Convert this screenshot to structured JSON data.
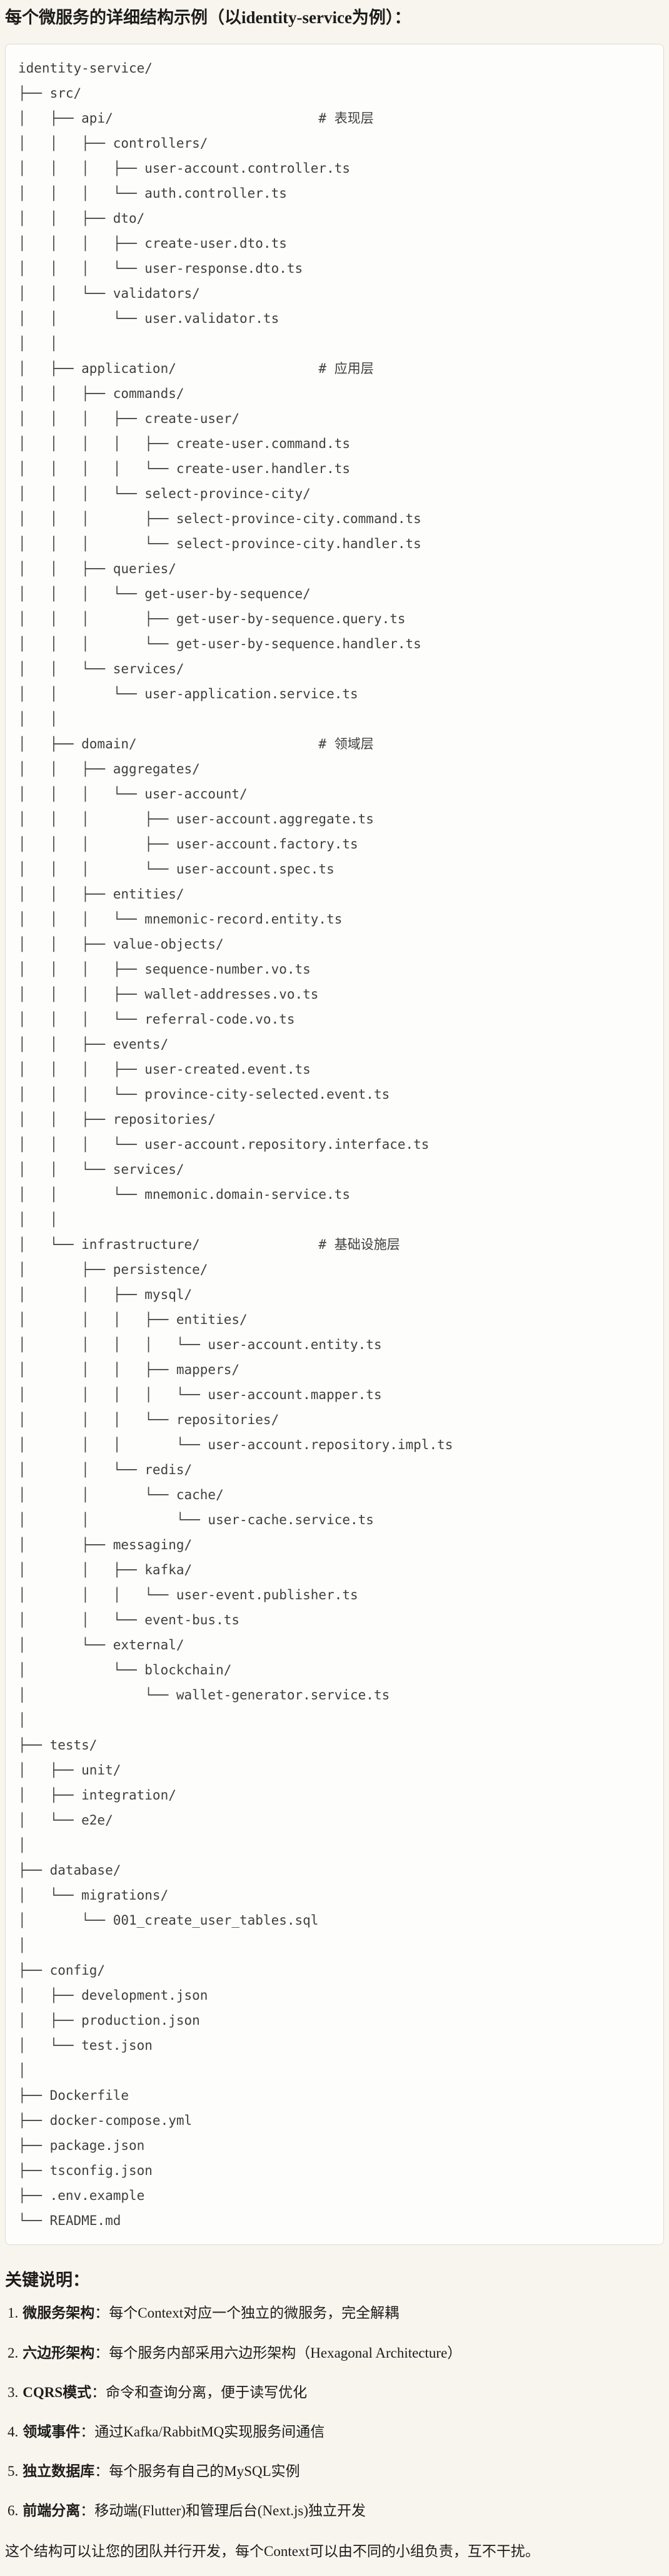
{
  "page": {
    "title": "每个微服务的详细结构示例（以identity-service为例）："
  },
  "colors": {
    "page_bg": "#f7f5ee",
    "code_bg": "#fdfdfb",
    "code_border": "#dfdcd4",
    "code_text": "#3f3f3d",
    "body_text": "#1d1c1a"
  },
  "code_block": {
    "lines": [
      "identity-service/",
      "├── src/",
      "│   ├── api/                          # 表现层",
      "│   │   ├── controllers/",
      "│   │   │   ├── user-account.controller.ts",
      "│   │   │   └── auth.controller.ts",
      "│   │   ├── dto/",
      "│   │   │   ├── create-user.dto.ts",
      "│   │   │   └── user-response.dto.ts",
      "│   │   └── validators/",
      "│   │       └── user.validator.ts",
      "│   │",
      "│   ├── application/                  # 应用层",
      "│   │   ├── commands/",
      "│   │   │   ├── create-user/",
      "│   │   │   │   ├── create-user.command.ts",
      "│   │   │   │   └── create-user.handler.ts",
      "│   │   │   └── select-province-city/",
      "│   │   │       ├── select-province-city.command.ts",
      "│   │   │       └── select-province-city.handler.ts",
      "│   │   ├── queries/",
      "│   │   │   └── get-user-by-sequence/",
      "│   │   │       ├── get-user-by-sequence.query.ts",
      "│   │   │       └── get-user-by-sequence.handler.ts",
      "│   │   └── services/",
      "│   │       └── user-application.service.ts",
      "│   │",
      "│   ├── domain/                       # 领域层",
      "│   │   ├── aggregates/",
      "│   │   │   └── user-account/",
      "│   │   │       ├── user-account.aggregate.ts",
      "│   │   │       ├── user-account.factory.ts",
      "│   │   │       └── user-account.spec.ts",
      "│   │   ├── entities/",
      "│   │   │   └── mnemonic-record.entity.ts",
      "│   │   ├── value-objects/",
      "│   │   │   ├── sequence-number.vo.ts",
      "│   │   │   ├── wallet-addresses.vo.ts",
      "│   │   │   └── referral-code.vo.ts",
      "│   │   ├── events/",
      "│   │   │   ├── user-created.event.ts",
      "│   │   │   └── province-city-selected.event.ts",
      "│   │   ├── repositories/",
      "│   │   │   └── user-account.repository.interface.ts",
      "│   │   └── services/",
      "│   │       └── mnemonic.domain-service.ts",
      "│   │",
      "│   └── infrastructure/               # 基础设施层",
      "│       ├── persistence/",
      "│       │   ├── mysql/",
      "│       │   │   ├── entities/",
      "│       │   │   │   └── user-account.entity.ts",
      "│       │   │   ├── mappers/",
      "│       │   │   │   └── user-account.mapper.ts",
      "│       │   │   └── repositories/",
      "│       │   │       └── user-account.repository.impl.ts",
      "│       │   └── redis/",
      "│       │       └── cache/",
      "│       │           └── user-cache.service.ts",
      "│       ├── messaging/",
      "│       │   ├── kafka/",
      "│       │   │   └── user-event.publisher.ts",
      "│       │   └── event-bus.ts",
      "│       └── external/",
      "│           └── blockchain/",
      "│               └── wallet-generator.service.ts",
      "│",
      "├── tests/",
      "│   ├── unit/",
      "│   ├── integration/",
      "│   └── e2e/",
      "│",
      "├── database/",
      "│   └── migrations/",
      "│       └── 001_create_user_tables.sql",
      "│",
      "├── config/",
      "│   ├── development.json",
      "│   ├── production.json",
      "│   └── test.json",
      "│",
      "├── Dockerfile",
      "├── docker-compose.yml",
      "├── package.json",
      "├── tsconfig.json",
      "├── .env.example",
      "└── README.md"
    ]
  },
  "notes": {
    "heading": "关键说明：",
    "items": [
      {
        "num": "1.",
        "term": "微服务架构",
        "desc": "：每个Context对应一个独立的微服务，完全解耦"
      },
      {
        "num": "2.",
        "term": "六边形架构",
        "desc": "：每个服务内部采用六边形架构（Hexagonal Architecture）"
      },
      {
        "num": "3.",
        "term": "CQRS模式",
        "desc": "：命令和查询分离，便于读写优化"
      },
      {
        "num": "4.",
        "term": "领域事件",
        "desc": "：通过Kafka/RabbitMQ实现服务间通信"
      },
      {
        "num": "5.",
        "term": "独立数据库",
        "desc": "：每个服务有自己的MySQL实例"
      },
      {
        "num": "6.",
        "term": "前端分离",
        "desc": "：移动端(Flutter)和管理后台(Next.js)独立开发"
      }
    ],
    "footer": "这个结构可以让您的团队并行开发，每个Context可以由不同的小组负责，互不干扰。"
  }
}
